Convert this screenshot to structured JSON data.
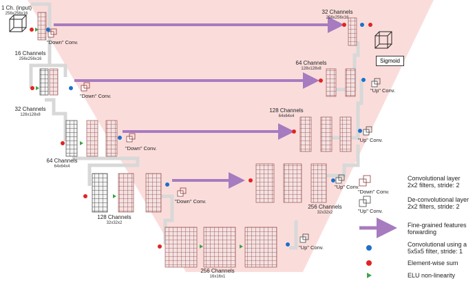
{
  "input_label": "1 Ch. (input)",
  "input_dim": "256x256x16",
  "encoder": [
    {
      "channels": "16 Channels",
      "dim": "256x256x16",
      "down_label": "\"Down\" Conv."
    },
    {
      "channels": "32 Channels",
      "dim": "128x128x8",
      "down_label": "\"Down\" Conv."
    },
    {
      "channels": "64 Channels",
      "dim": "64x64x4",
      "down_label": "\"Down\" Conv."
    },
    {
      "channels": "128 Channels",
      "dim": "32x32x2",
      "down_label": "\"Down\" Conv."
    },
    {
      "channels": "256 Channels",
      "dim": "16x16x1"
    }
  ],
  "decoder": [
    {
      "channels": "32 Channels",
      "dim": "256x256x16"
    },
    {
      "channels": "64 Channels",
      "dim": "128x128x8",
      "up_label": "\"Up\" Conv."
    },
    {
      "channels": "128 Channels",
      "dim": "64x64x4",
      "up_label": "\"Up\" Conv."
    },
    {
      "channels": "256 Channels",
      "dim": "32x32x2",
      "up_label": "\"Up\" Conv."
    },
    {
      "up_label": "\"Up\" Conv."
    }
  ],
  "sigmoid_label": "Sigmoid",
  "legend": [
    {
      "icon": "down-conv-icon",
      "label": "\"Down\" Conv.",
      "text": [
        "Convolutional layer",
        "2x2 filters, stride: 2"
      ]
    },
    {
      "icon": "up-conv-icon",
      "label": "\"Up\" Conv.",
      "text": [
        "De-convolutional layer",
        "2x2 filters, stride: 2"
      ]
    },
    {
      "icon": "purple-arrow",
      "text": [
        "Fine-grained features",
        "forwarding"
      ]
    },
    {
      "icon": "blue-dot",
      "text": [
        "Convolutional using a",
        "5x5x5 filter, stride: 1"
      ]
    },
    {
      "icon": "red-dot",
      "text": [
        "Element-wise sum"
      ]
    },
    {
      "icon": "green-triangle",
      "text": [
        "ELU non-linearity"
      ]
    }
  ],
  "colors": {
    "background_v": "#f9d4d2",
    "skip_arrow": "#a77bbf",
    "connector": "#d8d8d8",
    "red_dot": "#e02424",
    "blue_dot": "#1f6fc8",
    "green_tri": "#3fa24a",
    "feature_map": "#8b3a3a"
  }
}
